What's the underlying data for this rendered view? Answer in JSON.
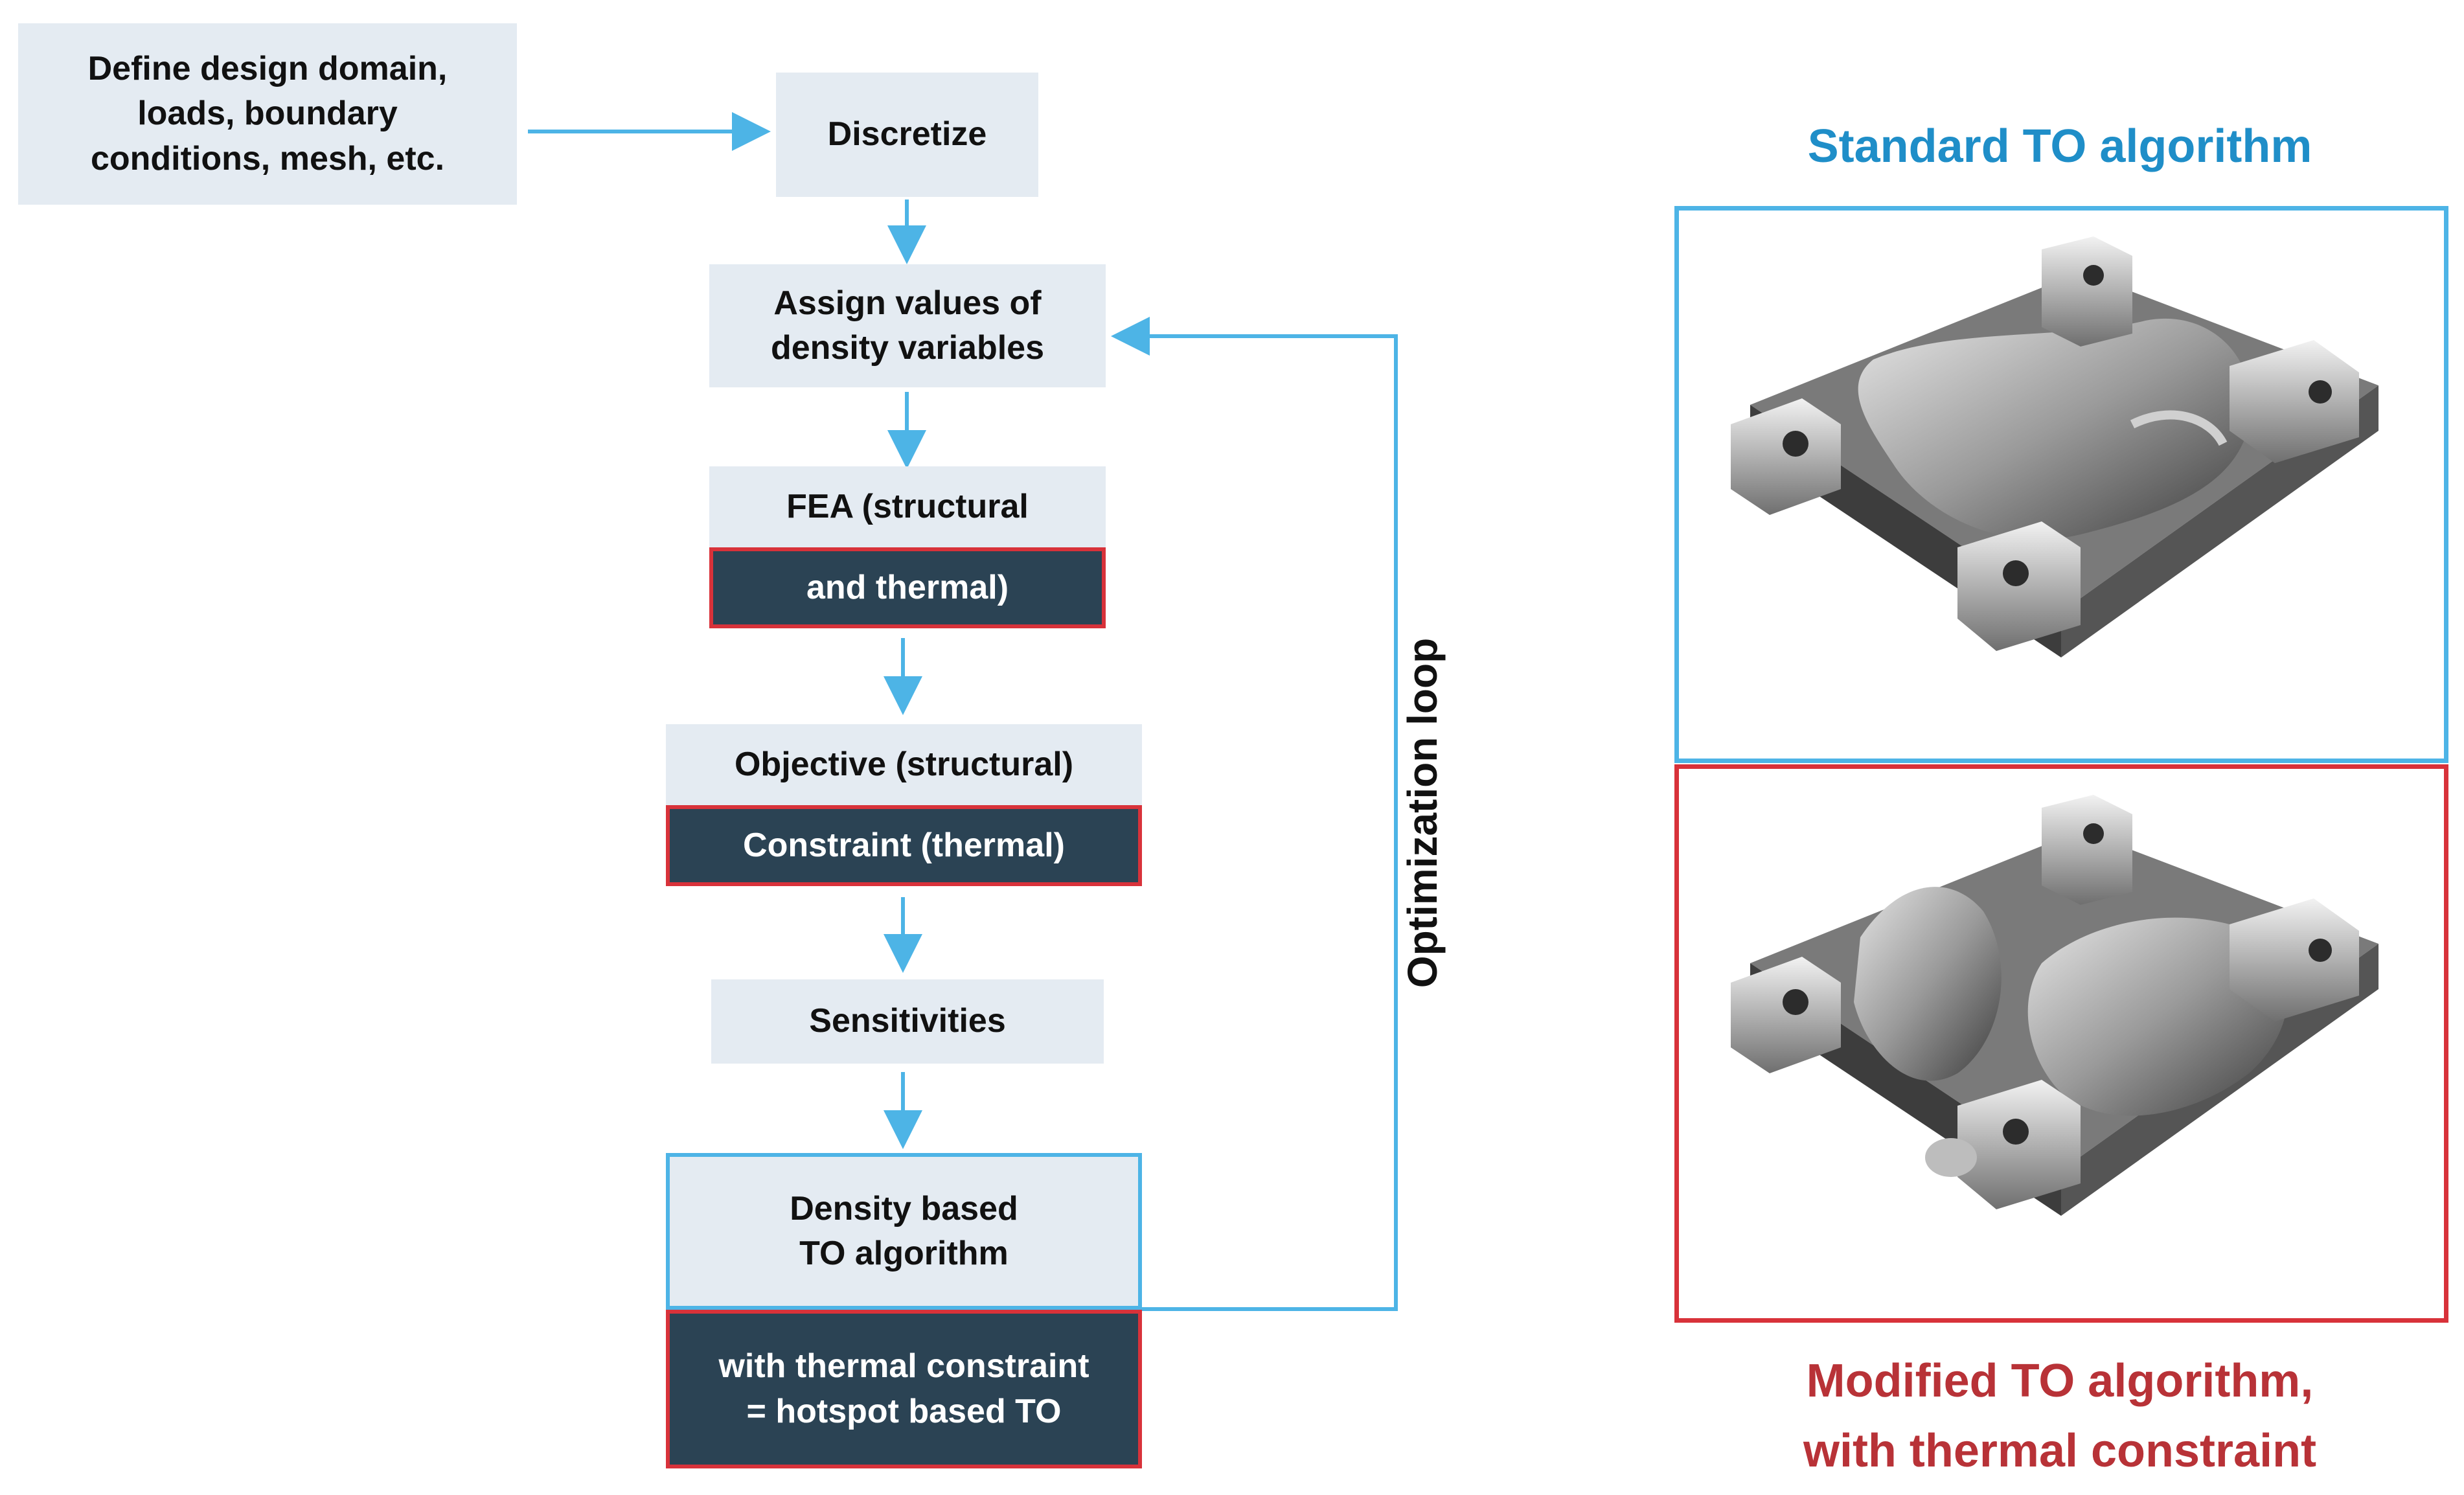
{
  "flow": {
    "define": [
      "Define design domain,",
      "loads, boundary",
      "conditions, mesh, etc."
    ],
    "discretize": "Discretize",
    "assign": [
      "Assign values of",
      "density variables"
    ],
    "fea_top": "FEA (structural",
    "fea_bottom": "and thermal)",
    "objective": "Objective (structural)",
    "constraint": "Constraint (thermal)",
    "sensitivities": "Sensitivities",
    "density_to": [
      "Density based",
      "TO algorithm"
    ],
    "hotspot": [
      "with thermal constraint",
      "= hotspot based TO"
    ],
    "loop_label": "Optimization loop"
  },
  "results": {
    "standard_title": "Standard TO algorithm",
    "modified_title": [
      "Modified TO algorithm,",
      "with thermal constraint"
    ]
  },
  "colors": {
    "arrow": "#4db4e6",
    "box_light": "#e4ebf2",
    "box_dark": "#2b4354",
    "red": "#d8323a",
    "standard_title": "#1f8ec8",
    "modified_title": "#b83237"
  }
}
